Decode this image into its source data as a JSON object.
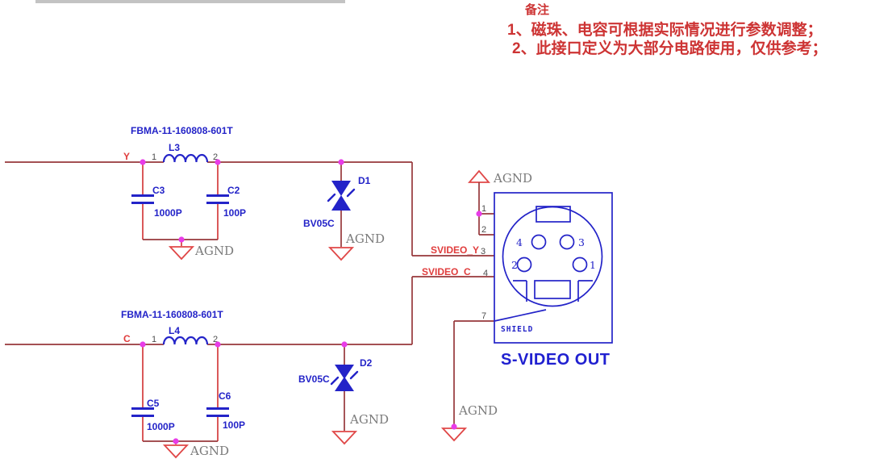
{
  "notes": {
    "title": "备注",
    "lines": [
      "1、磁珠、电容可根据实际情况进行参数调整；",
      "2、此接口定义为大部分电路使用，仅供参考；"
    ]
  },
  "filter_y": {
    "part": "FBMA-11-160808-601T",
    "inductor": "L3",
    "pin1": "1",
    "pin2": "2",
    "net": "Y",
    "cap1_ref": "C3",
    "cap1_val": "1000P",
    "cap2_ref": "C2",
    "cap2_val": "100P",
    "gnd": "AGND"
  },
  "filter_c": {
    "part": "FBMA-11-160808-601T",
    "inductor": "L4",
    "pin1": "1",
    "pin2": "2",
    "net": "C",
    "cap1_ref": "C5",
    "cap1_val": "1000P",
    "cap2_ref": "C6",
    "cap2_val": "100P",
    "gnd": "AGND"
  },
  "tvs_d1": {
    "ref": "D1",
    "part": "BV05C",
    "gnd": "AGND"
  },
  "tvs_d2": {
    "ref": "D2",
    "part": "BV05C",
    "gnd": "AGND"
  },
  "nets": {
    "svideo_y": "SVIDEO_Y",
    "svideo_c": "SVIDEO_C"
  },
  "connector": {
    "title": "S-VIDEO OUT",
    "shield_label": "SHIELD",
    "pin1": "1",
    "pin2": "2",
    "pin3": "3",
    "pin4": "4",
    "pin7": "7",
    "hole1": "1",
    "hole2": "2",
    "hole3": "3",
    "hole4": "4",
    "gnd_top": "AGND",
    "gnd_shield": "AGND"
  },
  "colors": {
    "wire_maroon": "#97383b",
    "wire_red": "#d43c3e",
    "component_blue": "#2323c8",
    "junction_magenta": "#e83ce8",
    "ground_red": "#e04848",
    "agnd_gray": "#7a7a7a",
    "net_label_red": "#e03c3c",
    "notes_red": "#cd3434",
    "top_bar_gray": "#c3c3c3"
  }
}
